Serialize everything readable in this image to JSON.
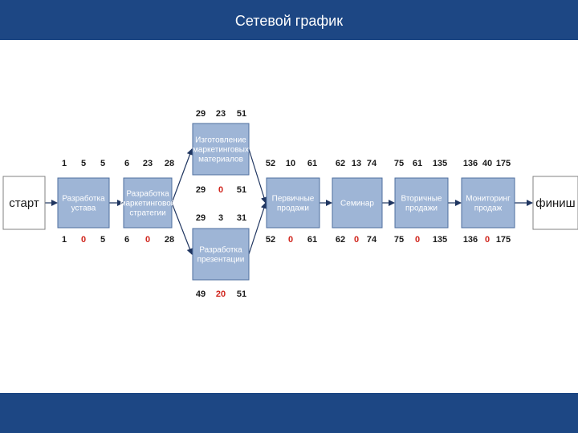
{
  "header": {
    "title": "Сетевой график"
  },
  "colors": {
    "bar": "#1d4784",
    "node_fill": "#9eb5d6",
    "node_stroke": "#4f6f9f",
    "terminal_stroke": "#808080",
    "arrow": "#1f3560",
    "number": "#1a1a1a",
    "slack_zero": "#d0241c"
  },
  "diagram": {
    "terminals": [
      {
        "id": "start",
        "label": "старт"
      },
      {
        "id": "finish",
        "label": "финиш"
      }
    ],
    "nodes": [
      {
        "id": "n1",
        "lines": [
          "Разработка",
          "устава"
        ],
        "top": [
          "1",
          "5",
          "5"
        ],
        "bottom": [
          "1",
          "0",
          "5"
        ]
      },
      {
        "id": "n2",
        "lines": [
          "Разработка",
          "маркетинговой",
          "стратегии"
        ],
        "top": [
          "6",
          "23",
          "28"
        ],
        "bottom": [
          "6",
          "0",
          "28"
        ]
      },
      {
        "id": "n3",
        "lines": [
          "Изготовление",
          "маркетинговых",
          "материалов"
        ],
        "top": [
          "29",
          "23",
          "51"
        ],
        "bottom": [
          "29",
          "0",
          "51"
        ]
      },
      {
        "id": "n4",
        "lines": [
          "Разработка",
          "презентации"
        ],
        "top": [
          "29",
          "3",
          "31"
        ],
        "bottom": [
          "49",
          "20",
          "51"
        ]
      },
      {
        "id": "n5",
        "lines": [
          "Первичные",
          "продажи"
        ],
        "top": [
          "52",
          "10",
          "61"
        ],
        "bottom": [
          "52",
          "0",
          "61"
        ]
      },
      {
        "id": "n6",
        "lines": [
          "Семинар"
        ],
        "top": [
          "62",
          "13",
          "74"
        ],
        "bottom": [
          "62",
          "0",
          "74"
        ]
      },
      {
        "id": "n7",
        "lines": [
          "Вторичные",
          "продажи"
        ],
        "top": [
          "75",
          "61",
          "135"
        ],
        "bottom": [
          "75",
          "0",
          "135"
        ]
      },
      {
        "id": "n8",
        "lines": [
          "Мониторинг",
          "продаж"
        ],
        "top": [
          "136",
          "40",
          "175"
        ],
        "bottom": [
          "136",
          "0",
          "175"
        ]
      }
    ],
    "edges": [
      [
        "start",
        "n1"
      ],
      [
        "n1",
        "n2"
      ],
      [
        "n2",
        "n3"
      ],
      [
        "n2",
        "n4"
      ],
      [
        "n3",
        "n5"
      ],
      [
        "n4",
        "n5"
      ],
      [
        "n5",
        "n6"
      ],
      [
        "n6",
        "n7"
      ],
      [
        "n7",
        "n8"
      ],
      [
        "n8",
        "finish"
      ]
    ]
  }
}
